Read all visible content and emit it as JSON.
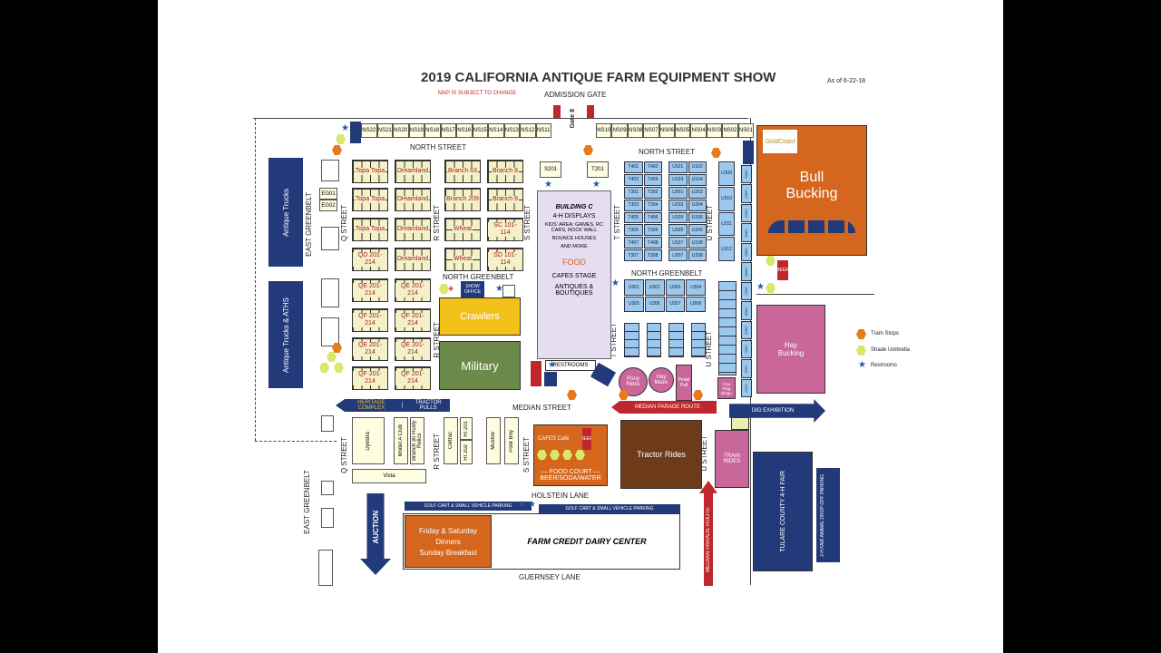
{
  "header": {
    "title": "2019 CALIFORNIA ANTIQUE FARM EQUIPMENT SHOW",
    "subtitle": "MAP IS SUBJECT TO CHANGE",
    "as_of": "As of 6-22-18",
    "admission": "ADMISSION GATE",
    "gate": "Gate 8"
  },
  "streets": {
    "north": "NORTH STREET",
    "north_greenbelt": "NORTH GREENBELT",
    "median": "MEDIAN STREET",
    "holstein": "HOLSTEIN LANE",
    "guernsey": "GUERNSEY LANE",
    "east_greenbelt": "EAST GREENBELT",
    "q": "Q STREET",
    "r": "R STREET",
    "s": "S STREET",
    "t": "T STREET",
    "u": "U STREET"
  },
  "ns_booths_left": [
    "NS22",
    "NS21",
    "NS20",
    "NS19",
    "NS18",
    "NS17",
    "NS16",
    "NS15",
    "NS14",
    "NS13",
    "NS12",
    "NS11"
  ],
  "ns_booths_right": [
    "NS10",
    "NS09",
    "NS08",
    "NS07",
    "NS06",
    "NS05",
    "NS04",
    "NS03",
    "NS02",
    "NS01"
  ],
  "blocks": {
    "topa1": "Topa Topa",
    "topa2": "Topa Topa",
    "topa3": "Topa Topa",
    "dream1": "Dreamland",
    "dream2": "Dreamland",
    "dream3": "Dreamland",
    "dream4": "Dreamland",
    "branch63": "Branch 63",
    "branch8a": "Branch 8",
    "branch209": "Branch 209",
    "branch8b": "Branch 8",
    "wheat1": "Wheat",
    "wheat2": "Wheat",
    "sc": "SC 101-114",
    "sd": "SD 101-114",
    "qd": "QD 201-214",
    "qe1": "QE 201-214",
    "qe2": "QE 201-214",
    "qe3": "QE 201-214",
    "qe4": "QE 201-214",
    "qf1": "QF 201-214",
    "qf2": "QF 201-214",
    "qf3": "QF 201-214",
    "qf4": "QF 201-214",
    "eg01": "EG01",
    "eg02": "EG02",
    "s201": "S201",
    "t201": "T201"
  },
  "t_booths": [
    "T401",
    "T402",
    "T403",
    "T404",
    "T301",
    "T302",
    "T303",
    "T304",
    "T405",
    "T406",
    "T305",
    "T306",
    "T407",
    "T408",
    "T307",
    "T308"
  ],
  "u_booths": [
    "U101",
    "U102",
    "U103",
    "U104",
    "U201",
    "U202",
    "U203",
    "U204",
    "U105",
    "U106",
    "U205",
    "U206",
    "U107",
    "U108",
    "U207",
    "U208",
    "U301",
    "U302",
    "U303",
    "U304",
    "U305",
    "U306",
    "U307",
    "U308",
    "U309",
    "U310",
    "U311",
    "U312"
  ],
  "u_side_booths": [
    "U401",
    "U402",
    "U403",
    "U404",
    "U405",
    "U406",
    "U407",
    "U408",
    "U409",
    "U410",
    "U411",
    "U412"
  ],
  "building_c": {
    "title": "BUILDING C",
    "line1": "4-H DISPLAYS",
    "line2": "KIDS' AREA: GAMES, RC CARS, ROCK WALL",
    "line3": "BOUNCE HOUSES",
    "line4": "AND MORE",
    "food": "FOOD",
    "stage": "CAFES STAGE",
    "antiques": "ANTIQUES & BOUTIQUES"
  },
  "areas": {
    "antique_trucks": "Antique Trucks",
    "antique_trucks_aths": "Antique Trucks & ATHS",
    "bull": "Bull Bucking",
    "goldcoast": "GoldCoast",
    "beer": "BEER",
    "hay_bucking": "Hay Bucking",
    "crawlers": "Crawlers",
    "military": "Military",
    "show_office": "SHOW OFFICE",
    "restrooms": "RESTROOMS",
    "pony": "Pony Rides",
    "hay_maze": "Hay Maze",
    "pedal_pull": "Pedal Pull",
    "cow_plop": "Cow Plop Bingo",
    "heritage": "HERITAGE COMPLEX",
    "tractor_pulls": "TRACTOR PULLS",
    "median_parade": "MEDIAN PARADE ROUTE",
    "dig": "DIG EXHIBITION",
    "dyestra": "Dyestra",
    "model_a": "Model A Club",
    "branch30": "Branch 30 Rusty Relics",
    "cletrac": "Cletrac",
    "ri202": "RI 202",
    "ri201": "RI 201",
    "mustoe": "Mustoe",
    "poor_boy": "Poor Boy",
    "vista": "Vista",
    "cafes_cafe": "CAFES Café",
    "food_court": "— FOOD COURT —",
    "beer_soda": "BEER/SODA/WATER",
    "tractor_rides": "Tractor Rides",
    "train_rides": "TRAIN RIDES",
    "tulare": "TULARE COUNTY 4-H FAIR",
    "jh_fair": "J-H FAIR ANIMAL DROP-OFF PARKING",
    "auction": "AUCTION",
    "golf1": "GOLF CART & SMALL VEHICLE PARKING",
    "golf2": "GOLF CART & SMALL VEHICLE PARKING",
    "dinners1": "Friday & Saturday",
    "dinners2": "Dinners",
    "breakfast": "Sunday Breakfast",
    "dairy": "FARM CREDIT DAIRY CENTER",
    "median_parade_v": "MEDIAN PARADE ROUTE"
  },
  "legend": {
    "tram": "Tram Stops",
    "shade": "Shade Umbrella",
    "restrooms": "Restrooms"
  },
  "colors": {
    "navy": "#233a7a",
    "orange": "#d4661e",
    "red": "#c0272d",
    "green": "#6b8a4a",
    "yellow": "#f2c21a",
    "pink": "#c9679a",
    "brown": "#6d3a1a",
    "booth_blue": "#9cc8ee"
  }
}
